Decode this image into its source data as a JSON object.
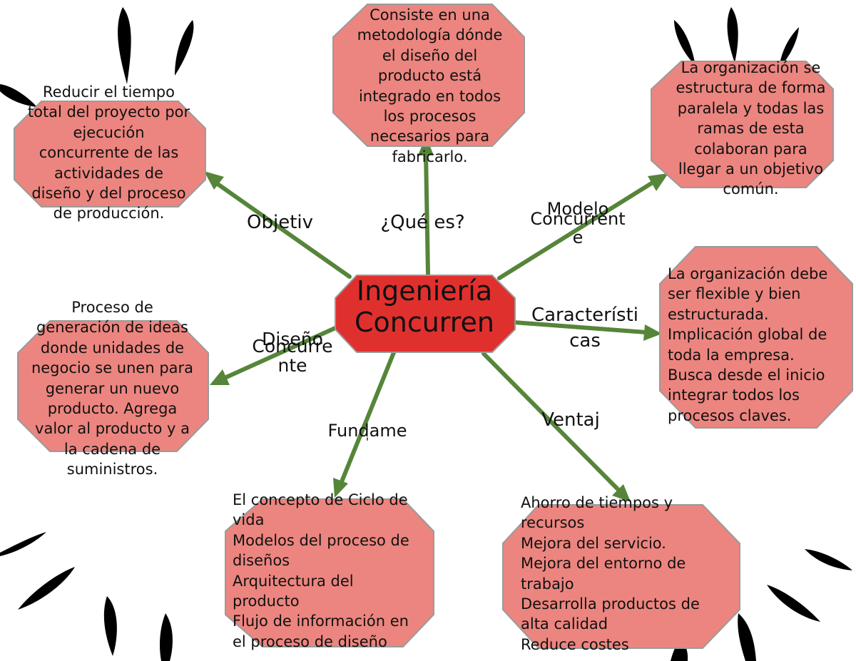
{
  "center": {
    "lines": [
      "Ingeniería",
      "Concurren"
    ]
  },
  "edges": {
    "objetivo": "Objetiv",
    "que_es": "¿Qué es?",
    "modelo": [
      "Modelo",
      "Concurrent",
      "e"
    ],
    "caracteristicas": [
      "Característi",
      "cas"
    ],
    "diseno": [
      "Diseño",
      "Concurre",
      "nte"
    ],
    "fundamentos": [
      "Fundame",
      "'"
    ],
    "ventajas": "Ventaj"
  },
  "nodes": {
    "objetivo": [
      "Reducir el tiempo",
      "total del proyecto por",
      "ejecución",
      "concurrente de las",
      "actividades de",
      "diseño y del proceso",
      "de producción."
    ],
    "que_es": [
      "Consiste en una",
      "metodología dónde",
      "el diseño del",
      "producto está",
      "integrado en todos",
      "los procesos",
      "necesarios para",
      "fabricarlo."
    ],
    "modelo": [
      "La organización se",
      "estructura de forma",
      "paralela y todas las",
      "ramas de esta",
      "colaboran para",
      "llegar a un objetivo",
      "común."
    ],
    "caracteristicas": [
      "La organización debe",
      "ser flexible y bien",
      "estructurada.",
      "Implicación global de",
      "toda la empresa.",
      "Busca desde el inicio",
      "integrar todos los",
      "procesos claves."
    ],
    "diseno": [
      "Proceso de",
      "generación de ideas",
      "donde unidades de",
      "negocio se unen para",
      "generar un nuevo",
      "producto. Agrega",
      "valor al producto y a",
      "la cadena de",
      "suministros."
    ],
    "fundamentos": [
      "El concepto de Ciclo de",
      "vida",
      "Modelos del proceso de",
      "diseños",
      "Arquitectura del",
      "producto",
      "Flujo de información en",
      "el proceso de diseño"
    ],
    "ventajas": [
      "Ahorro de tiempos y",
      "recursos",
      "Mejora del servicio.",
      "Mejora del entorno de",
      "trabajo",
      "Desarrolla productos de",
      "alta calidad",
      "Reduce costes"
    ]
  },
  "colors": {
    "node_fill": "#ec857f",
    "center_fill": "#e0302e",
    "arrow": "#56853a",
    "node_stroke": "#9a9a9a"
  }
}
